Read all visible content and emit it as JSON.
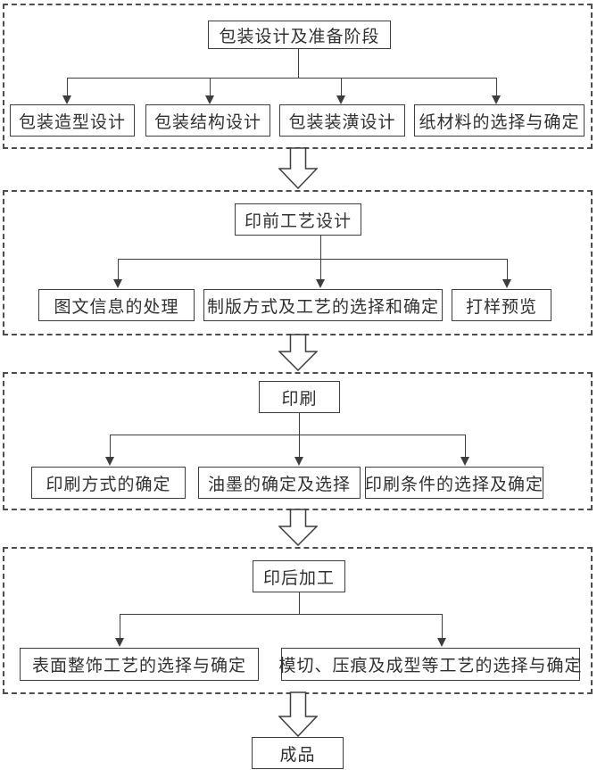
{
  "sections": [
    {
      "parent": "包装设计及准备阶段",
      "children": [
        "包装造型设计",
        "包装结构设计",
        "包装装潢设计",
        "纸材料的选择与确定"
      ]
    },
    {
      "parent": "印前工艺设计",
      "children": [
        "图文信息的处理",
        "制版方式及工艺的选择和确定",
        "打样预览"
      ]
    },
    {
      "parent": "印刷",
      "children": [
        "印刷方式的确定",
        "油墨的确定及选择",
        "印刷条件的选择及确定"
      ]
    },
    {
      "parent": "印后加工",
      "children": [
        "表面整饰工艺的选择与确定",
        "模切、压痕及成型等工艺的选择与确定"
      ]
    }
  ],
  "final_node": "成品",
  "colors": {
    "line": "#3d3d3d",
    "dash_border": "#4d4d4d",
    "background": "#ffffff",
    "text": "#303030"
  }
}
